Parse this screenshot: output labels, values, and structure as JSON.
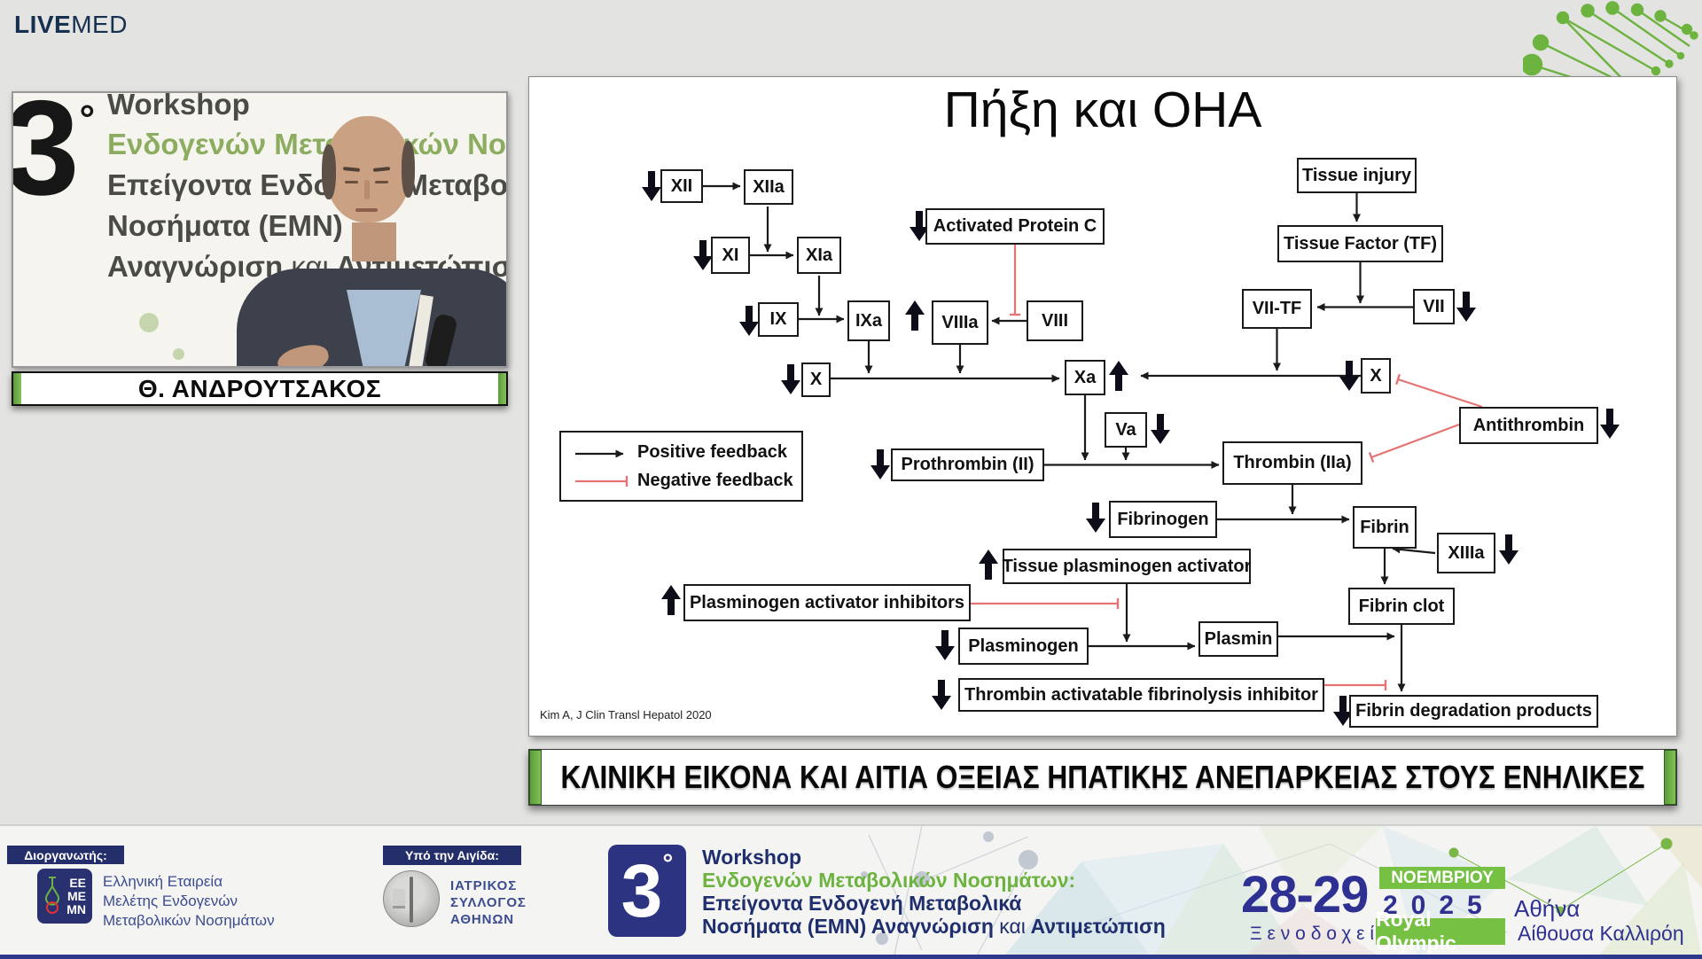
{
  "header": {
    "logo_bold": "LIVE",
    "logo_light": "MED"
  },
  "video": {
    "banner": {
      "badge_number": "3",
      "badge_degree": "°",
      "line1": "Workshop",
      "line2": "Ενδογενών Μεταβολικών Νοσημάτων:",
      "line3": "Επείγοντα Ενδογενή Μεταβολικά",
      "line4": "Νοσήματα (ΕΜΝ)",
      "line5a": "Αναγνώριση ",
      "line5b": "και",
      "line5c": " Αντιμετώπιση"
    },
    "speaker_name": "Θ. ΑΝΔΡΟΥΤΣΑΚΟΣ"
  },
  "slide": {
    "title": "Πήξη και ΟΗΑ",
    "citation": "Kim A, J Clin Transl Hepatol 2020",
    "legend": {
      "positive": "Positive feedback",
      "negative": "Negative feedback"
    },
    "nodes": {
      "xii": "XII",
      "xiia": "XIIa",
      "xi": "XI",
      "xia": "XIa",
      "ix": "IX",
      "ixa": "IXa",
      "viiia": "VIIIa",
      "viii": "VIII",
      "apc": "Activated Protein C",
      "tissue_injury": "Tissue injury",
      "tf": "Tissue Factor (TF)",
      "vii_tf": "VII-TF",
      "vii": "VII",
      "x_right": "X",
      "x_left": "X",
      "xa": "Xa",
      "va": "Va",
      "prothrombin": "Prothrombin (II)",
      "thrombin": "Thrombin (IIa)",
      "antithrombin": "Antithrombin",
      "fibrinogen": "Fibrinogen",
      "fibrin": "Fibrin",
      "xiiia": "XIIIa",
      "fibrin_clot": "Fibrin clot",
      "tpa": "Tissue plasminogen activator",
      "pai": "Plasminogen activator inhibitors",
      "plasminogen": "Plasminogen",
      "plasmin": "Plasmin",
      "tafi": "Thrombin activatable fibrinolysis inhibitor",
      "fdp": "Fibrin degradation products"
    }
  },
  "bottom_bar": {
    "title": "ΚΛΙΝΙΚΗ ΕΙΚΟΝΑ ΚΑΙ ΑΙΤΙΑ ΟΞΕΙΑΣ ΗΠΑΤΙΚΗΣ ΑΝΕΠΑΡΚΕΙΑΣ ΣΤΟΥΣ ΕΝΗΛΙΚΕΣ"
  },
  "footer": {
    "organizer": {
      "label": "Διοργανωτής:",
      "logo_line1": "EE",
      "logo_line2": "ME",
      "logo_line3": "MN",
      "line1": "Ελληνική Εταιρεία",
      "line2": "Μελέτης  Ενδογενών",
      "line3": "Μεταβολικών Νοσημάτων"
    },
    "aegis": {
      "label": "Υπό την Αιγίδα:",
      "line1": "ΙΑΤΡΙΚΟΣ",
      "line2": "ΣΥΛΛΟΓΟΣ",
      "line3": "ΑΘΗΝΩΝ"
    },
    "event": {
      "badge_number": "3",
      "badge_degree": "°",
      "line1": "Workshop",
      "line2": "Ενδογενών Μεταβολικών Νοσημάτων:",
      "line3": "Επείγοντα Ενδογενή Μεταβολικά",
      "line4a": "Νοσήματα (ΕΜΝ) Αναγνώριση ",
      "line4b": "και",
      "line4c": " Αντιμετώπιση"
    },
    "dates": {
      "days": "28-29",
      "month": "ΝΟΕΜΒΡΙΟΥ",
      "year": "2025",
      "city": "Αθήνα",
      "hotel_label": "Ξενοδοχείο",
      "hotel": "Royal Olympic",
      "hall": "Αίθουσα Καλλιρόη"
    }
  },
  "colors": {
    "accent_green": "#76c043",
    "banner_green": "#8cad60",
    "navy": "#2e3192",
    "negative_feedback_red": "#e57373",
    "background": "#e3e3e1"
  },
  "icons": {
    "bold_down_arrow": "decrease indicator",
    "bold_up_arrow": "increase indicator",
    "positive_arrow": "black arrow",
    "negative_tbar": "red inhibition bar"
  }
}
